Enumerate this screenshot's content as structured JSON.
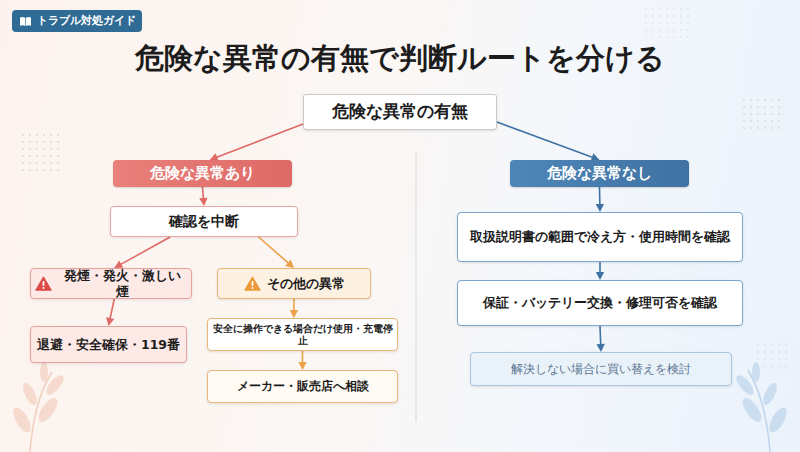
{
  "diagram": {
    "title": "危険な異常の有無で判断ルートを分ける",
    "nodes": [
      {
        "text": [
          "トラブル対処ガイド"
        ]
      },
      {
        "text": [
          "危険な異常の有無"
        ]
      },
      {
        "text": [
          "危険な異常あり"
        ]
      },
      {
        "text": [
          "危険な異常なし"
        ]
      },
      {
        "text": [
          "確認を中断"
        ]
      },
      {
        "text": [
          "発煙・発火・激しい煙"
        ]
      },
      {
        "text": [
          "その他の異常"
        ]
      },
      {
        "text": [
          "退避・安全確保・119番"
        ]
      },
      {
        "text": [
          "安全に操作できる場合だけ使用・充電停止"
        ]
      },
      {
        "text": [
          "メーカー・販売店へ相談"
        ]
      },
      {
        "text": [
          "取扱説明書の範囲で冷え方・使用時間を確認"
        ]
      },
      {
        "text": [
          "保証・バッテリー交換・修理可否を確認"
        ]
      },
      {
        "text": [
          "解決しない場合に買い替えを検討"
        ]
      }
    ],
    "edges": [
      {
        "from": 1,
        "to": 2,
        "arrow": "to"
      },
      {
        "from": 1,
        "to": 3,
        "arrow": "to"
      },
      {
        "from": 2,
        "to": 4,
        "arrow": "to"
      },
      {
        "from": 4,
        "to": 5,
        "arrow": "to"
      },
      {
        "from": 4,
        "to": 6,
        "arrow": "to"
      },
      {
        "from": 5,
        "to": 7,
        "arrow": "to"
      },
      {
        "from": 6,
        "to": 8,
        "arrow": "to"
      },
      {
        "from": 8,
        "to": 9,
        "arrow": "to"
      },
      {
        "from": 3,
        "to": 10,
        "arrow": "to"
      },
      {
        "from": 10,
        "to": 11,
        "arrow": "to"
      },
      {
        "from": 11,
        "to": 12,
        "arrow": "to"
      }
    ]
  }
}
